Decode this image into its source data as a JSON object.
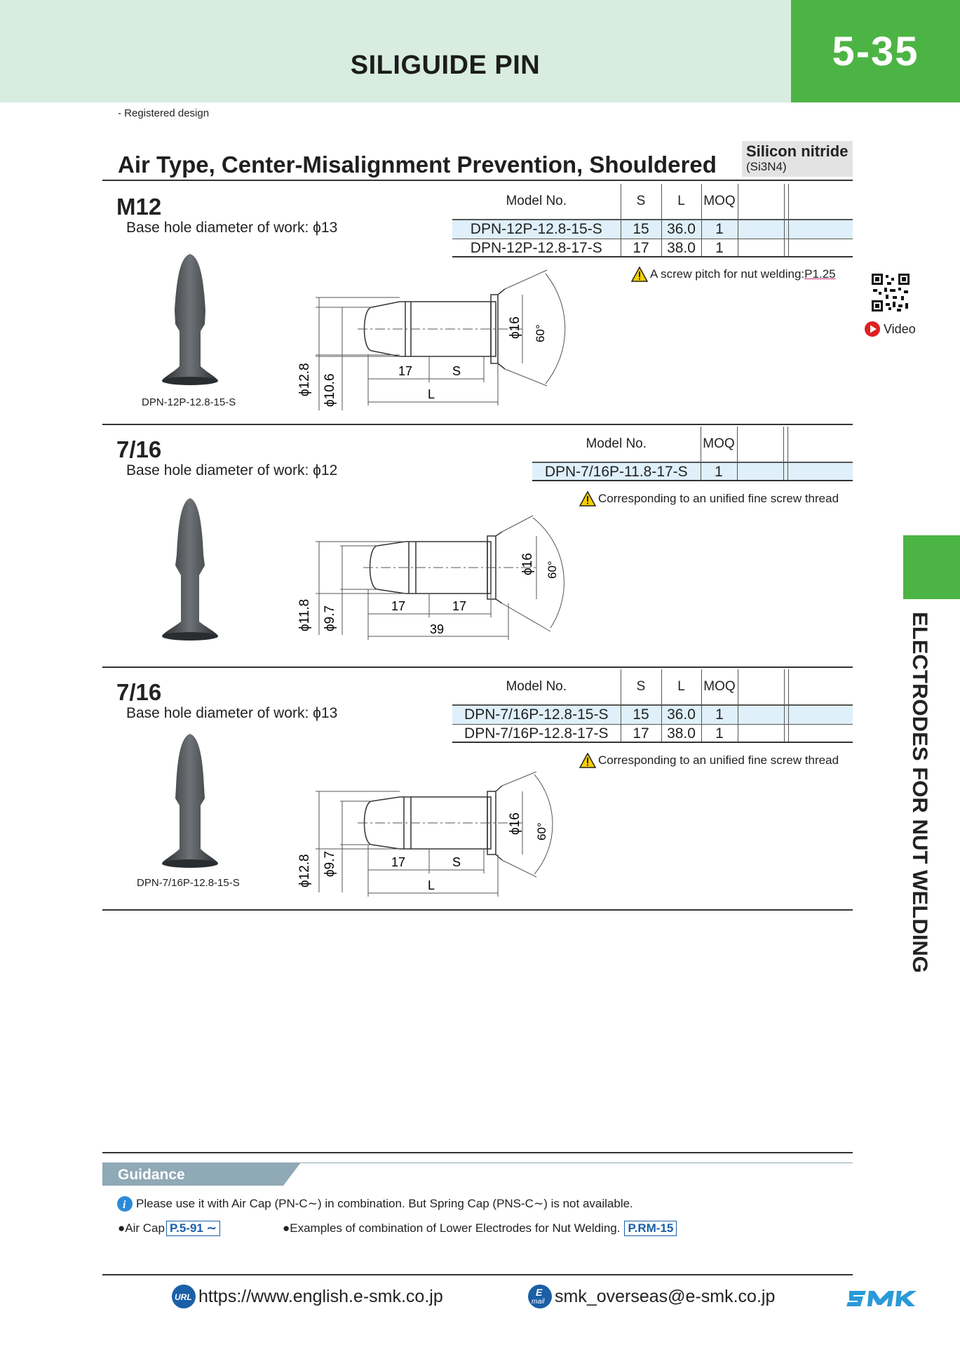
{
  "header": {
    "title": "SILIGUIDE PIN",
    "page_number": "5-35"
  },
  "registered_note": "- Registered design",
  "section_title": "Air Type, Center-Misalignment Prevention, Shouldered",
  "material": {
    "name": "Silicon nitride",
    "formula": "(Si3N4)"
  },
  "table_headers": {
    "model": "Model No.",
    "s": "S",
    "l": "L",
    "moq": "MOQ"
  },
  "products": [
    {
      "size": "M12",
      "base_hole": "Base hole diameter of work: ϕ13",
      "rows": [
        {
          "model": "DPN-12P-12.8-15-S",
          "s": "15",
          "l": "36.0",
          "moq": "1"
        },
        {
          "model": "DPN-12P-12.8-17-S",
          "s": "17",
          "l": "38.0",
          "moq": "1"
        }
      ],
      "note_prefix": "A screw pitch for nut welding: ",
      "note_link": "P1.25",
      "caption": "DPN-12P-12.8-15-S",
      "dims": {
        "d_outer": "ϕ12.8",
        "d_inner": "ϕ10.6",
        "d_head": "ϕ16",
        "angle": "60°",
        "len1": "17",
        "len2": "S",
        "total": "L"
      }
    },
    {
      "size": "7/16",
      "base_hole": "Base hole diameter of work: ϕ12",
      "rows": [
        {
          "model": "DPN-7/16P-11.8-17-S",
          "moq": "1"
        }
      ],
      "note_prefix": "Corresponding to an unified fine screw thread",
      "dims": {
        "d_outer": "ϕ11.8",
        "d_inner": "ϕ9.7",
        "d_head": "ϕ16",
        "angle": "60°",
        "len1": "17",
        "len2": "17",
        "total": "39"
      }
    },
    {
      "size": "7/16",
      "base_hole": "Base hole diameter of work: ϕ13",
      "rows": [
        {
          "model": "DPN-7/16P-12.8-15-S",
          "s": "15",
          "l": "36.0",
          "moq": "1"
        },
        {
          "model": "DPN-7/16P-12.8-17-S",
          "s": "17",
          "l": "38.0",
          "moq": "1"
        }
      ],
      "note_prefix": "Corresponding to an unified fine screw thread",
      "caption": "DPN-7/16P-12.8-15-S",
      "dims": {
        "d_outer": "ϕ12.8",
        "d_inner": "ϕ9.7",
        "d_head": "ϕ16",
        "angle": "60°",
        "len1": "17",
        "len2": "S",
        "total": "L"
      }
    }
  ],
  "side": {
    "tab_text": "ELECTRODES FOR NUT WELDING",
    "video_label": "Video"
  },
  "guidance": {
    "title": "Guidance",
    "info": "Please use it with Air Cap (PN-C∼) in combination. But Spring Cap (PNS-C∼) is not available.",
    "air_cap_label": "●Air Cap",
    "air_cap_ref": "P.5-91 ∼",
    "examples_label": "●Examples of combination of Lower Electrodes for Nut Welding.",
    "examples_ref": "P.RM-15"
  },
  "footer": {
    "url": "https://www.english.e-smk.co.jp",
    "email": "smk_overseas@e-smk.co.jp",
    "url_badge": "URL",
    "mail_badge_top": "E",
    "mail_badge_bottom": "mail",
    "logo": "SMK"
  },
  "colors": {
    "header_bg": "#d8ece0",
    "accent_green": "#4cb444",
    "table_highlight": "#dff0fa",
    "guidance_tab": "#8fa9b6",
    "link_blue": "#1a5fa8"
  }
}
